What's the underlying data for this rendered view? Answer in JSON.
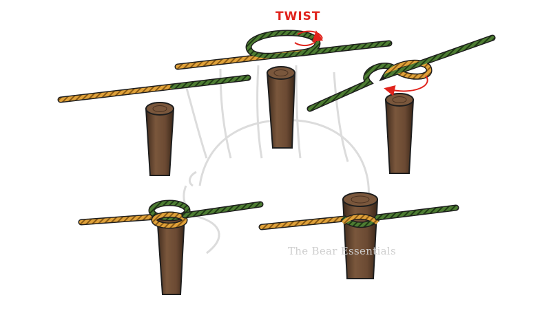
{
  "annotation": {
    "twist_label": "TWIST"
  },
  "watermark": {
    "text": "The Bear Essentials"
  },
  "colors": {
    "rope_orange": "#e0a23a",
    "rope_green": "#3f6a2c",
    "rope_outline": "#1e1e1e",
    "post_wood": "#6b4a33",
    "post_dark": "#4a3222",
    "arrow_red": "#e0231c",
    "watermark": "#d9d9d9"
  },
  "steps": [
    {
      "name": "step-1-straight-rope-and-post"
    },
    {
      "name": "step-2-loop-with-twist"
    },
    {
      "name": "step-3-figure-eight-twist"
    },
    {
      "name": "step-4-loop-over-post"
    },
    {
      "name": "step-5-tightened-hitch"
    }
  ]
}
